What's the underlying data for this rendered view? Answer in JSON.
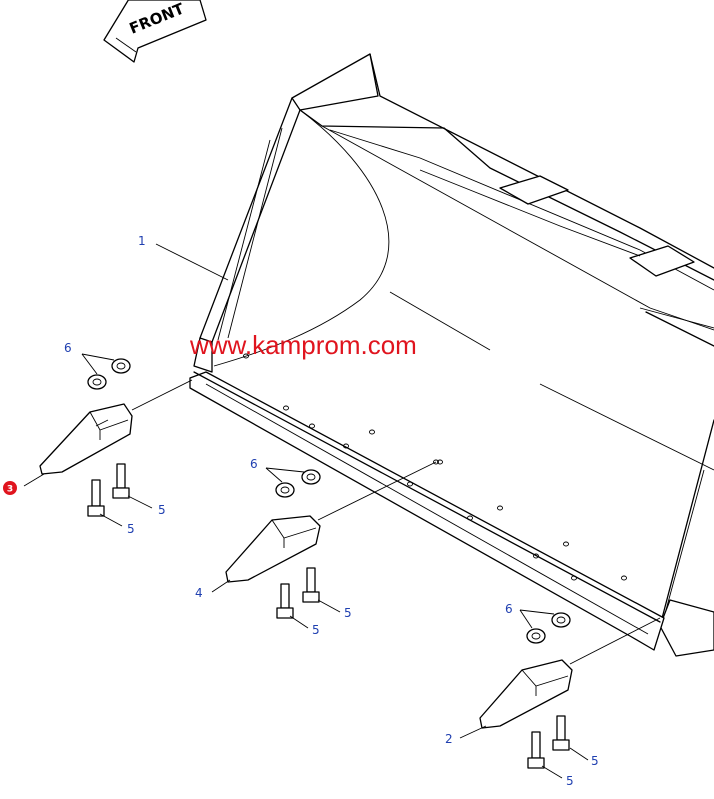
{
  "diagram": {
    "direction_label": "FRONT",
    "watermark": "www.kamprom.com",
    "callouts": {
      "bucket": "1",
      "tooth_right": "2",
      "tooth_left_marked": "3",
      "tooth_center": "4",
      "bolt": "5",
      "nut": "6"
    },
    "colors": {
      "label": "#1f3fb0",
      "watermark": "#e0141e",
      "marker": "#e0141e",
      "lines": "#000000"
    }
  }
}
